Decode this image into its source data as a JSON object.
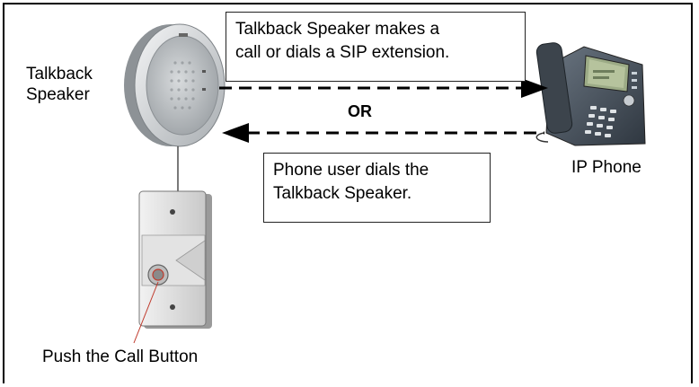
{
  "labels": {
    "speaker_line1": "Talkback",
    "speaker_line2": "Speaker",
    "phone": "IP Phone",
    "or": "OR",
    "push_button": "Push the Call Button"
  },
  "callouts": {
    "outgoing": {
      "line1": "Talkback Speaker makes a",
      "line2": "call or dials a SIP extension."
    },
    "incoming": {
      "line1": "Phone user dials the",
      "line2": "Talkback Speaker."
    }
  },
  "colors": {
    "arrow": "#000000",
    "speaker_body": "#cfd3d6",
    "phone_body": "#4a5560",
    "phone_screen": "#8fa07a",
    "button_ring": "#c0392b"
  }
}
